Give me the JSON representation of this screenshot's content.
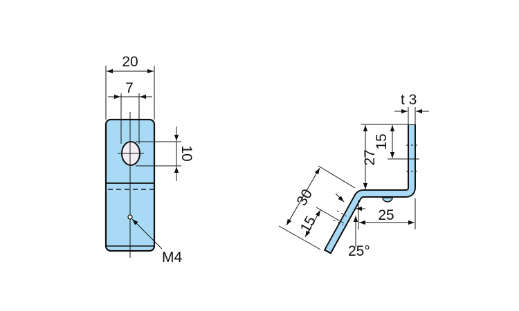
{
  "colors": {
    "part_fill": "#a8daf5",
    "line": "#111111",
    "hole_fill": "#f4eef4"
  },
  "front_view": {
    "width_dim": "20",
    "hole_offset_dim": "7",
    "hole_length_dim": "10",
    "tap_label": "M4"
  },
  "side_view": {
    "thickness_dim": "t 3",
    "vertical_height_dim": "27",
    "upper_segment_dim": "15",
    "slant_length_dim": "30",
    "slant_segment_dim": "15",
    "horizontal_dim": "25",
    "angle_dim": "25°"
  }
}
